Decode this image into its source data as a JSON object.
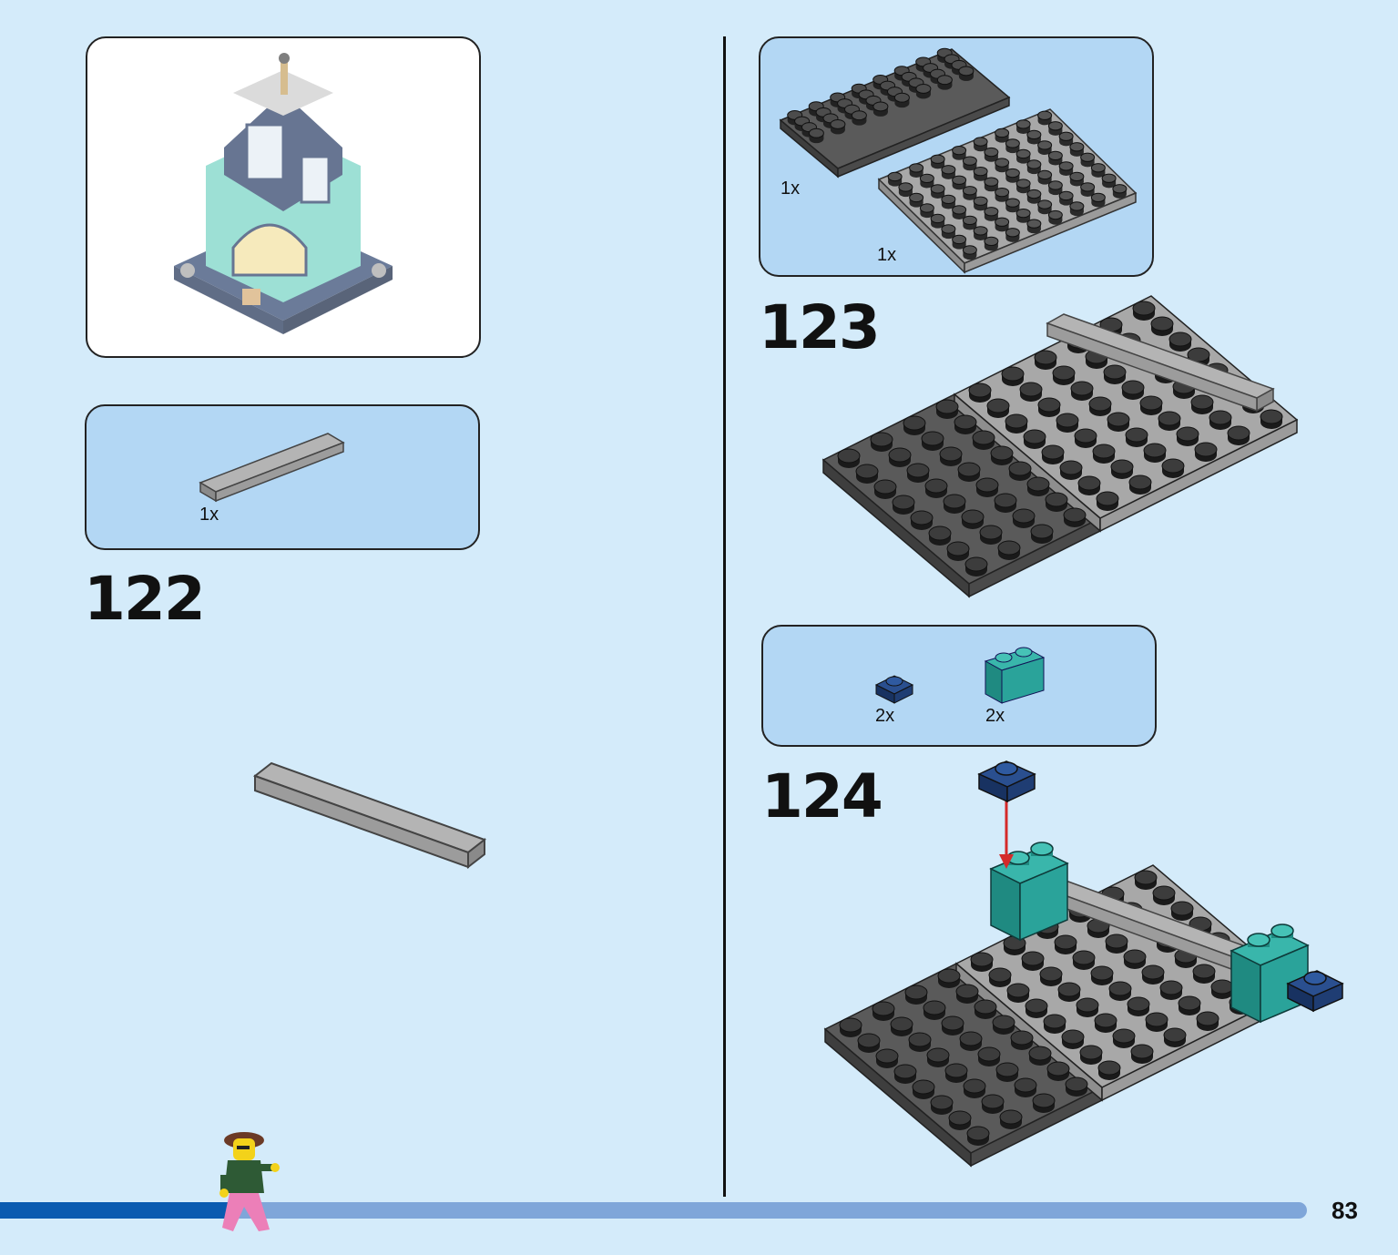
{
  "page": {
    "number": "83",
    "progress": 0.18
  },
  "steps": [
    {
      "number": "122",
      "parts": [
        {
          "qty": "1x",
          "part": "light-gray-tile-1x6"
        }
      ]
    },
    {
      "number": "123",
      "parts": [
        {
          "qty": "1x",
          "part": "dark-gray-plate-4x8"
        },
        {
          "qty": "1x",
          "part": "light-gray-plate-6x8"
        }
      ]
    },
    {
      "number": "124",
      "parts": [
        {
          "qty": "2x",
          "part": "dark-blue-plate-1x1"
        },
        {
          "qty": "2x",
          "part": "teal-brick-1x2"
        }
      ]
    }
  ],
  "colors": {
    "background": "#d4ebfa",
    "callout": "#b3d7f4",
    "dark_gray": "#5a5a5a",
    "light_gray": "#a8a8a8",
    "teal": "#2aa39a",
    "dark_blue": "#1f3d73",
    "progress_done": "#0a5bb0",
    "progress_remaining": "#7fa6d9",
    "arrow": "#d42a2a"
  }
}
